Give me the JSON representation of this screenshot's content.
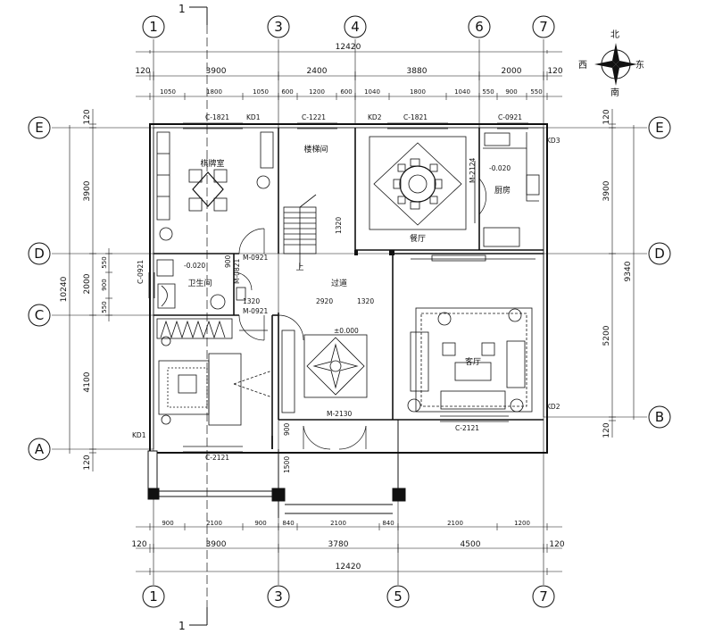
{
  "axes": {
    "top": [
      "1",
      "3",
      "4",
      "6",
      "7"
    ],
    "bottom": [
      "1",
      "3",
      "5",
      "7"
    ],
    "left": [
      "E",
      "D",
      "C",
      "A"
    ],
    "right": [
      "E",
      "D",
      "B"
    ]
  },
  "section_mark": "1",
  "compass": {
    "north": "北",
    "south": "南",
    "east": "东",
    "west": "西"
  },
  "top_dims": {
    "total": "12420",
    "row2": [
      "120",
      "3900",
      "2400",
      "3880",
      "2000",
      "120"
    ],
    "row3": [
      "1050",
      "1800",
      "1050",
      "600",
      "1200",
      "600",
      "1040",
      "1800",
      "1040",
      "550",
      "900",
      "550"
    ]
  },
  "bottom_dims": {
    "row1": [
      "900",
      "2100",
      "900",
      "840",
      "2100",
      "840",
      "2100",
      "1200"
    ],
    "row2": [
      "120",
      "3900",
      "3780",
      "4500",
      "120"
    ],
    "total": "12420"
  },
  "left_dims": {
    "col1": [
      "120",
      "3900",
      "2000",
      "4100",
      "120"
    ],
    "total": "10240",
    "small": [
      "550",
      "900",
      "550"
    ]
  },
  "right_dims": {
    "col1": [
      "120",
      "3900",
      "5200",
      "120"
    ],
    "total": "9340"
  },
  "rooms": {
    "chess": "棋牌室",
    "stair": "楼梯间",
    "dining": "餐厅",
    "kitchen": "厨房",
    "bath": "卫生间",
    "corridor": "过道",
    "living": "客厅",
    "up": "上"
  },
  "elevations": {
    "bath": "-0.020",
    "kitchen": "-0.020",
    "hall": "±0.000"
  },
  "labels": {
    "c1821a": "C-1821",
    "kd1": "KD1",
    "c1221": "C-1221",
    "kd2": "KD2",
    "c1821b": "C-1821",
    "c0921top": "C-0921",
    "kd3": "KD3",
    "m0921a": "M-0921",
    "m0921b": "M-0921",
    "m0821": "M-0821",
    "c0921left": "C-0921",
    "m2124": "M-2124",
    "m2130": "M-2130",
    "c2121a": "C-2121",
    "c2121b": "C-2121",
    "kd1b": "KD1",
    "kd2b": "KD2",
    "d1320a": "1320",
    "d1320b": "1320",
    "d2920": "2920",
    "d900": "900",
    "d1500": "1500",
    "d1320c": "1320",
    "t900": "900"
  }
}
